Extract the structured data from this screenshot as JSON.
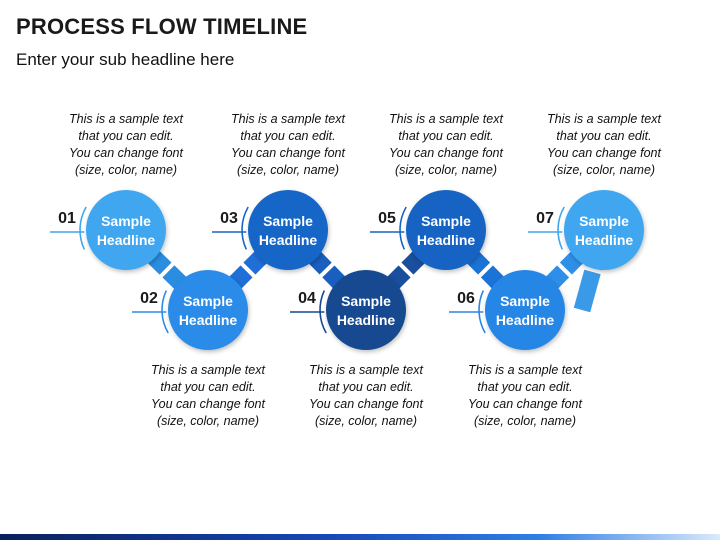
{
  "header": {
    "title": "PROCESS FLOW TIMELINE",
    "subtitle": "Enter your sub headline here"
  },
  "steps": [
    {
      "number": "01",
      "headline": [
        "Sample",
        "Headline"
      ],
      "color": "#3fa6ef",
      "connector": "#2a8de0",
      "text": [
        "This is a sample text",
        "that you can edit.",
        "You can change font",
        "(size, color, name)"
      ]
    },
    {
      "number": "02",
      "headline": [
        "Sample",
        "Headline"
      ],
      "color": "#2b8be8",
      "connector": "#1f6fd6",
      "text": [
        "This is a sample text",
        "that you can edit.",
        "You can change font",
        "(size, color, name)"
      ]
    },
    {
      "number": "03",
      "headline": [
        "Sample",
        "Headline"
      ],
      "color": "#1566c8",
      "connector": "#1a5fbf",
      "text": [
        "This is a sample text",
        "that you can edit.",
        "You can change font",
        "(size, color, name)"
      ]
    },
    {
      "number": "04",
      "headline": [
        "Sample",
        "Headline"
      ],
      "color": "#16498f",
      "connector": "#1a4f9e",
      "text": [
        "This is a sample text",
        "that you can edit.",
        "You can change font",
        "(size, color, name)"
      ]
    },
    {
      "number": "05",
      "headline": [
        "Sample",
        "Headline"
      ],
      "color": "#1564c4",
      "connector": "#1b73d6",
      "text": [
        "This is a sample text",
        "that you can edit.",
        "You can change font",
        "(size, color, name)"
      ]
    },
    {
      "number": "06",
      "headline": [
        "Sample",
        "Headline"
      ],
      "color": "#2886e6",
      "connector": "#2f8fe8",
      "text": [
        "This is a sample text",
        "that you can edit.",
        "You can change font",
        "(size, color, name)"
      ]
    },
    {
      "number": "07",
      "headline": [
        "Sample",
        "Headline"
      ],
      "color": "#3fa6ef",
      "connector": "#3a9ae8",
      "text": [
        "This is a sample text",
        "that you can edit.",
        "You can change font",
        "(size, color, name)"
      ]
    }
  ]
}
